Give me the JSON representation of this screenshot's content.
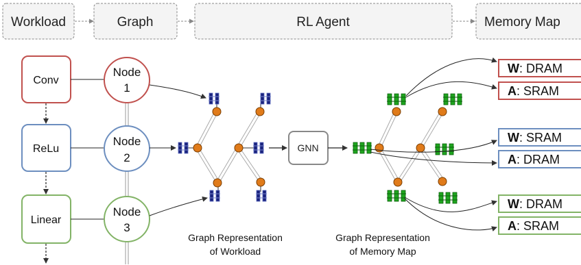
{
  "stages": {
    "workload": "Workload",
    "graph": "Graph",
    "rl_agent": "RL Agent",
    "memory_map": "Memory Map"
  },
  "layers": {
    "conv": "Conv",
    "relu": "ReLu",
    "linear": "Linear"
  },
  "nodes": {
    "node1": {
      "title": "Node",
      "num": "1"
    },
    "node2": {
      "title": "Node",
      "num": "2"
    },
    "node3": {
      "title": "Node",
      "num": "3"
    }
  },
  "gnn": "GNN",
  "captions": {
    "workload_line1": "Graph Representation",
    "workload_line2": "of Workload",
    "memory_line1": "Graph Representation",
    "memory_line2": "of Memory Map"
  },
  "memory_assignments": [
    {
      "kind": "W",
      "sep": ":",
      "target": "DRAM"
    },
    {
      "kind": "A",
      "sep": ":",
      "target": "SRAM"
    },
    {
      "kind": "W",
      "sep": ":",
      "target": "SRAM"
    },
    {
      "kind": "A",
      "sep": ":",
      "target": "DRAM"
    },
    {
      "kind": "W",
      "sep": ":",
      "target": "DRAM"
    },
    {
      "kind": "A",
      "sep": ":",
      "target": "SRAM"
    }
  ],
  "colors": {
    "conv": "#c0504d",
    "relu": "#6c8ebf",
    "linear": "#82b366",
    "node_orange": "#e07b1a",
    "workload_node": "#1a237e",
    "memory_node": "#1fa51f",
    "gnn_border": "#888888",
    "dashed_box": "#888888"
  }
}
